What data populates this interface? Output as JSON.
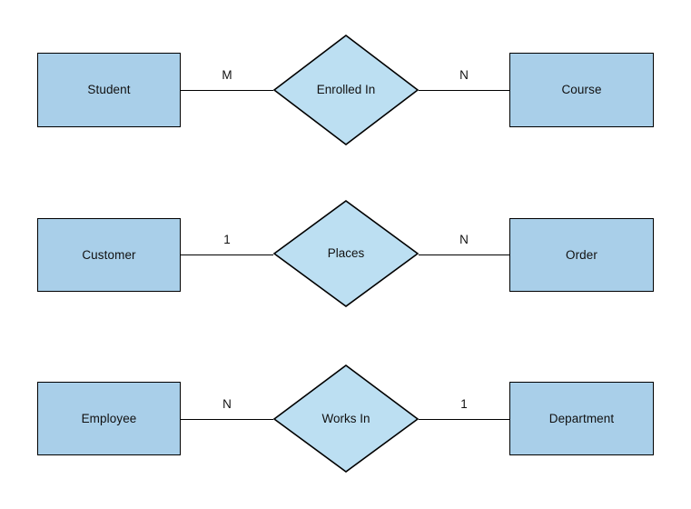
{
  "diagram": {
    "type": "entity-relationship-diagram",
    "notation": "chen",
    "colors": {
      "entity_fill": "#a9cfe9",
      "relationship_fill": "#bcdff2",
      "stroke": "#000000",
      "background": "#ffffff",
      "text": "#111111"
    },
    "relationships": [
      {
        "id": "student-enrolled-in-course",
        "left_entity": "Student",
        "relationship": "Enrolled In",
        "right_entity": "Course",
        "left_cardinality": "M",
        "right_cardinality": "N",
        "cardinality_summary": "M:N"
      },
      {
        "id": "customer-places-order",
        "left_entity": "Customer",
        "relationship": "Places",
        "right_entity": "Order",
        "left_cardinality": "1",
        "right_cardinality": "N",
        "cardinality_summary": "1:N"
      },
      {
        "id": "employee-works-in-department",
        "left_entity": "Employee",
        "relationship": "Works In",
        "right_entity": "Department",
        "left_cardinality": "N",
        "right_cardinality": "1",
        "cardinality_summary": "N:1"
      }
    ]
  }
}
